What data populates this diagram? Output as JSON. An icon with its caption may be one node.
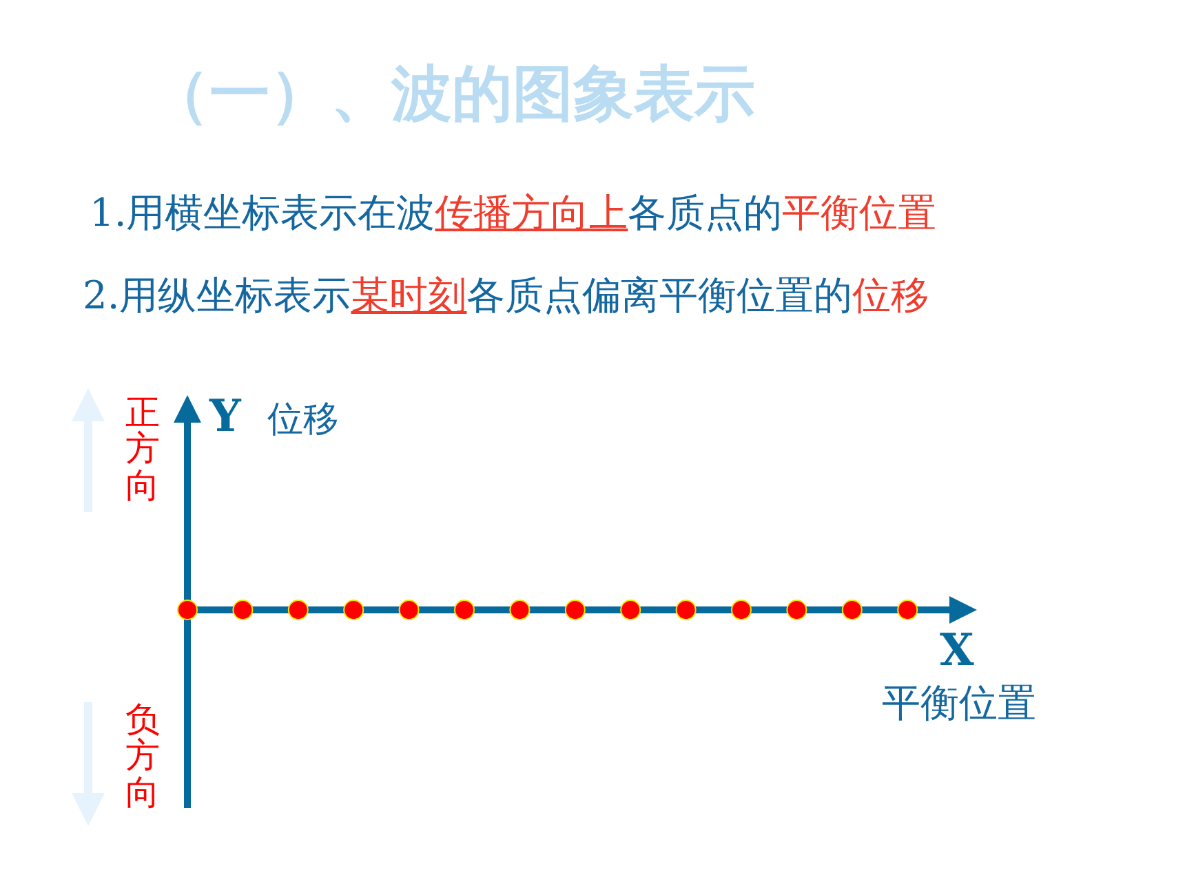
{
  "diagram": {
    "title": "（一）、波的图象表示",
    "labels": [
      "1.用横坐标表示在波**传播方向上**各质点的**平衡位置**",
      "2.用纵坐标表示**某时刻**各质点偏离平衡位置的**位移**",
      "Y",
      "位移",
      "X",
      "平衡位置",
      "正方向",
      "负方向"
    ]
  }
}
